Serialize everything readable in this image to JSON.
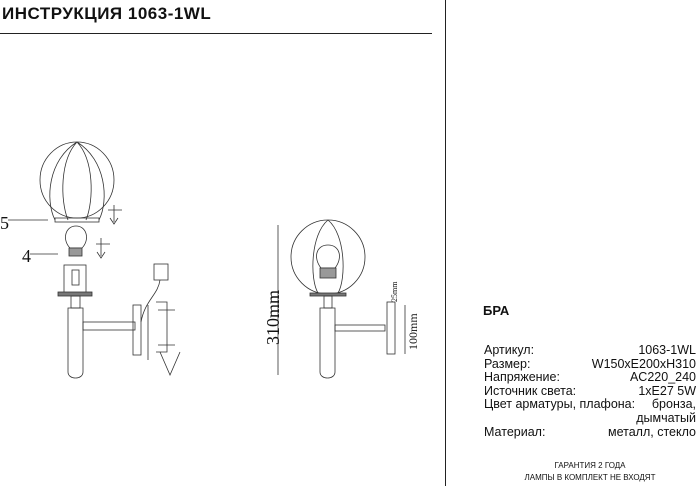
{
  "header": {
    "title": "ИНСТРУКЦИЯ 1063-1WL"
  },
  "diagram": {
    "part_labels": [
      "5",
      "4"
    ],
    "height_label": "310mm",
    "small_dim_label": "25mm",
    "mount_dim_label": "100mm"
  },
  "product": {
    "type": "БРА",
    "specs": [
      {
        "label": "Артикул:",
        "value": "1063-1WL"
      },
      {
        "label": "Размер:",
        "value": "W150xE200xH310"
      },
      {
        "label": "Напряжение:",
        "value": "AC220_240"
      },
      {
        "label": "Источник света:",
        "value": "1xE27 5W"
      },
      {
        "label": "Цвет арматуры, плафона:",
        "value": "бронза,"
      },
      {
        "label": "",
        "value": "дымчатый"
      },
      {
        "label": "Материал:",
        "value": "металл, стекло"
      }
    ]
  },
  "footer": {
    "warranty": "ГАРАНТИЯ 2 ГОДА",
    "note": "ЛАМПЫ В КОМПЛЕКТ НЕ ВХОДЯТ"
  }
}
